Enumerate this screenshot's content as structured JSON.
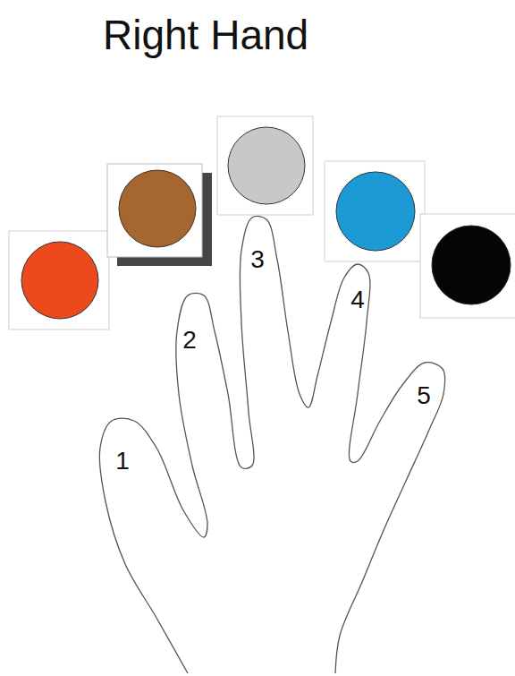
{
  "diagram": {
    "title": "Right Hand",
    "labels": [
      "1",
      "2",
      "3",
      "4",
      "5"
    ]
  }
}
